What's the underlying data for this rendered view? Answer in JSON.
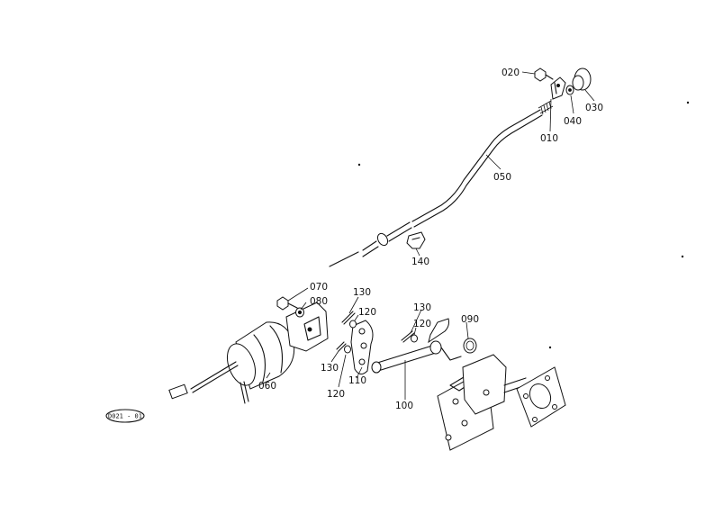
{
  "diagram": {
    "reference_code": "D021 - 01",
    "part_labels": {
      "p010": "010",
      "p020": "020",
      "p030": "030",
      "p040": "040",
      "p050": "050",
      "p060": "060",
      "p070": "070",
      "p080": "080",
      "p090": "090",
      "p100": "100",
      "p110": "110",
      "p120a": "120",
      "p120b": "120",
      "p120c": "120",
      "p130a": "130",
      "p130b": "130",
      "p130c": "130",
      "p140": "140"
    }
  }
}
